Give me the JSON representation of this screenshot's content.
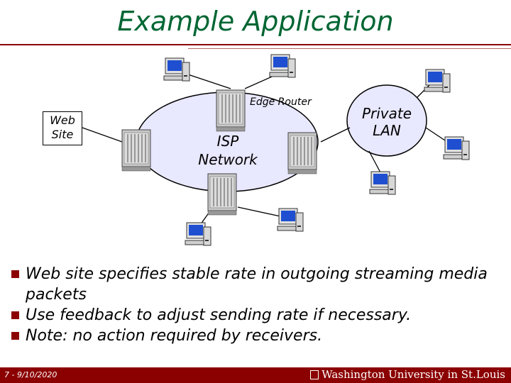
{
  "slide": {
    "title": "Example Application"
  },
  "diagram": {
    "web_site_label": "Web\nSite",
    "edge_router_label": "Edge Router",
    "isp_label": "ISP\nNetwork",
    "lan_label": "Private\nLAN"
  },
  "bullets": [
    "Web site specifies stable rate in outgoing streaming media packets",
    "Use feedback to adjust sending rate if necessary.",
    "Note: no action required by receivers."
  ],
  "footer": {
    "slide_number": "7 - 9/10/2020",
    "university": "Washington University in St.Louis"
  },
  "colors": {
    "title": "#006633",
    "accent": "#8b0000",
    "network_fill": "#e8e8ff"
  }
}
